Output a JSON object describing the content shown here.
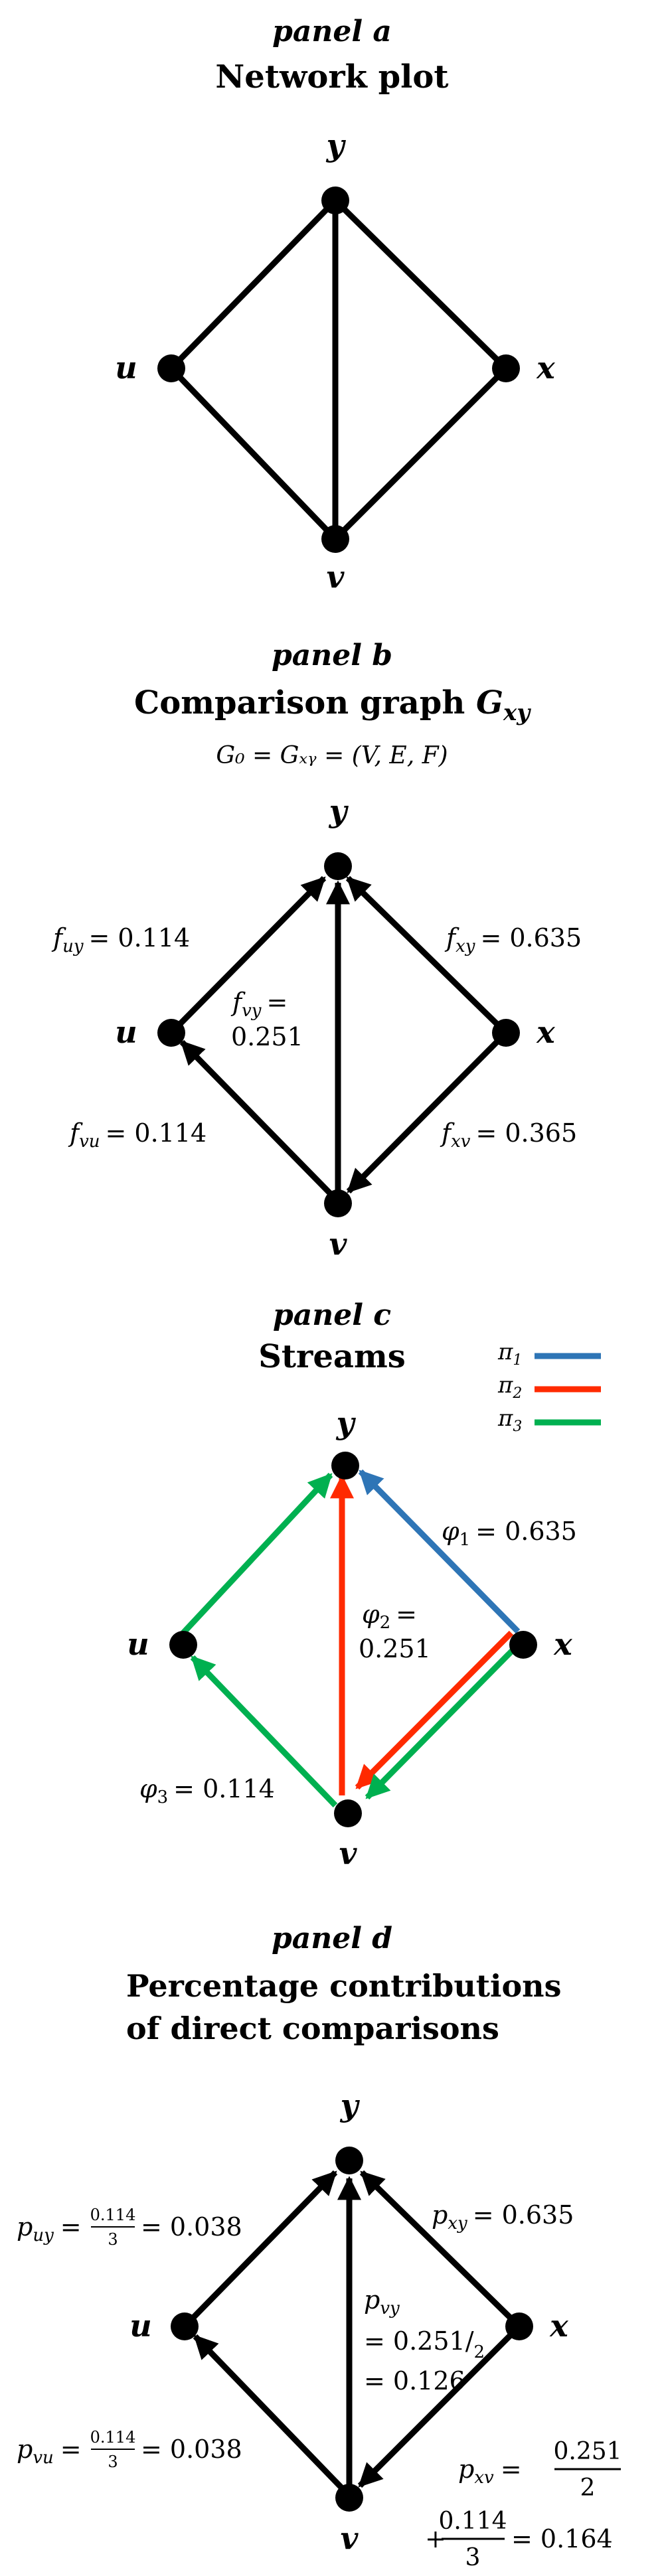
{
  "colors": {
    "edge": "#000000",
    "node": "#000000",
    "stream1": "#2e75b6",
    "stream2": "#ff2a00",
    "stream3": "#00b050"
  },
  "panel_a": {
    "label": "panel a",
    "title": "Network plot",
    "nodes": {
      "y": "y",
      "u": "u",
      "x": "x",
      "v": "v"
    }
  },
  "panel_b": {
    "label": "panel b",
    "title": "Comparison graph",
    "title_symbol": "G",
    "title_subscript": "xy",
    "definition": "G₀ = Gₓᵧ = (V, E, F)",
    "nodes": {
      "y": "y",
      "u": "u",
      "x": "x",
      "v": "v"
    },
    "flows": {
      "uy": {
        "name": "f",
        "sub": "uy",
        "value": "= 0.114"
      },
      "xy": {
        "name": "f",
        "sub": "xy",
        "value": "= 0.635"
      },
      "vy": {
        "name": "f",
        "sub": "vy",
        "value": "=",
        "value2": "0.251"
      },
      "vu": {
        "name": "f",
        "sub": "vu",
        "value": "= 0.114"
      },
      "xv": {
        "name": "f",
        "sub": "xv",
        "value": "= 0.365"
      }
    }
  },
  "panel_c": {
    "label": "panel c",
    "title": "Streams",
    "legend": [
      {
        "name": "π",
        "sub": "1",
        "color": "#2e75b6"
      },
      {
        "name": "π",
        "sub": "2",
        "color": "#ff2a00"
      },
      {
        "name": "π",
        "sub": "3",
        "color": "#00b050"
      }
    ],
    "nodes": {
      "y": "y",
      "u": "u",
      "x": "x",
      "v": "v"
    },
    "streams": {
      "phi1": {
        "name": "φ",
        "sub": "1",
        "value": "= 0.635"
      },
      "phi2": {
        "name": "φ",
        "sub": "2",
        "value": "=",
        "value2": "0.251"
      },
      "phi3": {
        "name": "φ",
        "sub": "3",
        "value": "= 0.114"
      }
    }
  },
  "panel_d": {
    "label": "panel d",
    "title_line1": "Percentage contributions",
    "title_line2": "of direct comparisons",
    "nodes": {
      "y": "y",
      "u": "u",
      "x": "x",
      "v": "v"
    },
    "contributions": {
      "uy": {
        "name": "p",
        "sub": "uy",
        "eq": "=",
        "num": "0.114",
        "den": "3",
        "result": "= 0.038"
      },
      "vu": {
        "name": "p",
        "sub": "vu",
        "eq": "=",
        "num": "0.114",
        "den": "3",
        "result": "= 0.038"
      },
      "xy": {
        "name": "p",
        "sub": "xy",
        "value": "= 0.635"
      },
      "vy": {
        "name": "p",
        "sub": "vy",
        "line2": "= 0.251",
        "slash": "/",
        "den": "2",
        "line3": "= 0.126"
      },
      "xv": {
        "name": "p",
        "sub": "xv",
        "eq": "=",
        "num": "0.251",
        "den": "2",
        "plus": "+",
        "num2": "0.114",
        "den2": "3",
        "result": "= 0.164"
      }
    }
  }
}
